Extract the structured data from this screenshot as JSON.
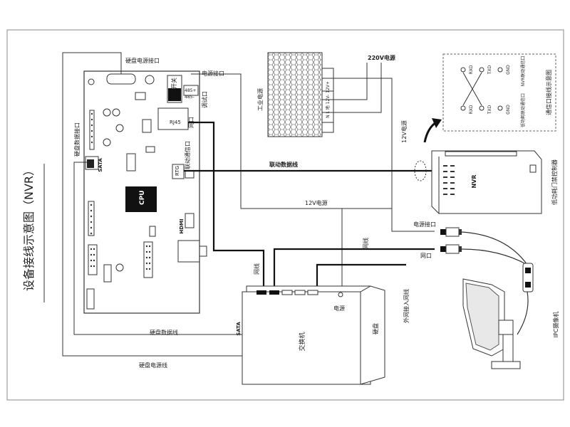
{
  "title": "设备接线示意图（NVR）",
  "labels": {
    "hdd_power_port": "硬盘电源接口",
    "power_port_top": "电源接口",
    "debug_port": "调试口",
    "network_port_rj45": "网口",
    "rj45": "RJ45",
    "linkage_comm_port": "联动通信口",
    "hdd_data_port": "硬盘数据接口",
    "sata": "SATA",
    "rtg": "RTG",
    "cpu": "CPU",
    "hdmi": "HDMI",
    "switch_label": "开关",
    "rs485_a": "485+",
    "rs485_b": "485-",
    "industrial_psu": "工业电源",
    "psu_terminals": "N L 地 12V- 12V+",
    "ac_220": "220V电源",
    "dc12_vertical": "12V电源",
    "dc12_horizontal": "12V电源",
    "linkage_data_line": "联动数据线",
    "comm_diagram_title": "通信口接线示意图",
    "comm_left_col": [
      "RXD",
      "TXD",
      "GND"
    ],
    "comm_right_col": [
      "RXD",
      "TXD",
      "GND"
    ],
    "nvr_linkage_comm": "NVR联动通信口",
    "lowpower_linkage_comm": "低功耗联动通信口",
    "controller_name": "低功耗门禁控制器",
    "controller_brand": "NVR",
    "power_port_right": "电源接口",
    "network_port_right": "网口",
    "cable_network_1": "网线",
    "cable_network_2": "网线",
    "switch_name": "交换机",
    "switch_power": "电源",
    "external_network": "外网接入网线",
    "hard_disk": "硬盘",
    "sata_bottom": "SATA",
    "hdd_data_line": "硬盘数据线",
    "hdd_power_line": "硬盘电源线",
    "ipc_camera": "IPC摄像机"
  }
}
